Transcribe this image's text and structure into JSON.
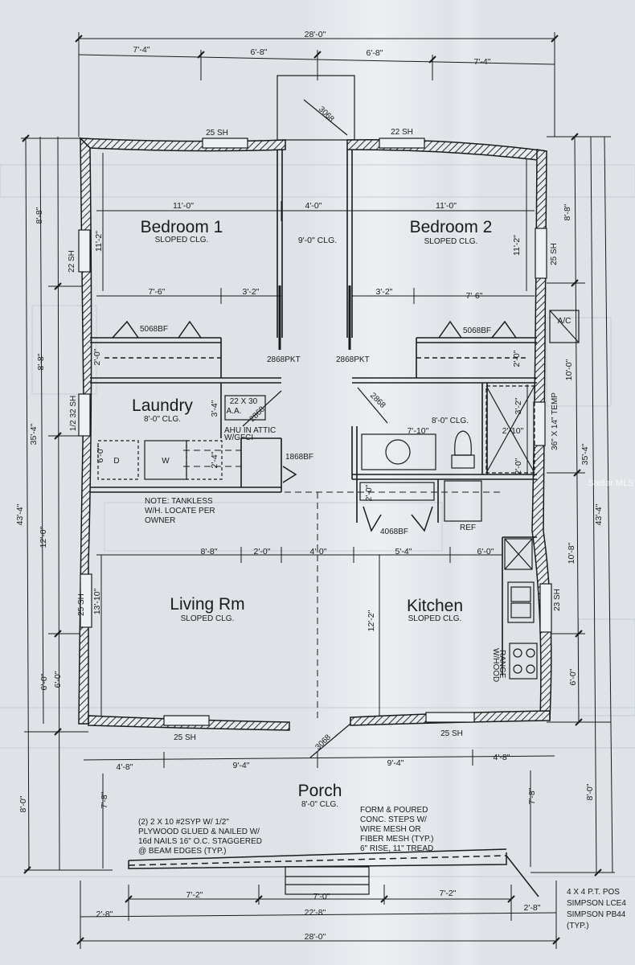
{
  "rooms": {
    "bedroom1": {
      "name": "Bedroom 1",
      "ceiling": "SLOPED CLG."
    },
    "bedroom2": {
      "name": "Bedroom 2",
      "ceiling": "SLOPED CLG."
    },
    "hall_ceiling": "9'-0\" CLG.",
    "laundry": {
      "name": "Laundry",
      "ceiling": "8'-0\" CLG."
    },
    "bath_ceiling": "8'-0\" CLG.",
    "living": {
      "name": "Living Rm",
      "ceiling": "SLOPED CLG."
    },
    "kitchen": {
      "name": "Kitchen",
      "ceiling": "SLOPED CLG."
    },
    "porch": {
      "name": "Porch",
      "ceiling": "8'-0\" CLG."
    }
  },
  "dimensions": {
    "top_overall": "28'-0\"",
    "top_segments": [
      "7'-4\"",
      "6'-8\"",
      "6'-8\"",
      "7'-4\""
    ],
    "bottom_overall": "28'-0\"",
    "bottom_segments": [
      "2'-8\"",
      "22'-8\"",
      "2'-8\""
    ],
    "bottom_steps": [
      "7'-2\"",
      "7'-0\"",
      "7'-2\""
    ],
    "porch_segments": [
      "4'-8\"",
      "9'-4\"",
      "9'-4\"",
      "4'-8\""
    ],
    "left_overall": "43'-4\"",
    "left_house": "35'-4\"",
    "left_segments": [
      "8'-8\"",
      "8'-8\"",
      "12'-0\"",
      "6'-0\"",
      "8'-0\""
    ],
    "right_overall": "43'-4\"",
    "right_house": "35'-4\"",
    "right_segments": [
      "8'-8\"",
      "10'-0\"",
      "10'-8\"",
      "6'-0\"",
      "8'-0\""
    ],
    "bedroom_widths": [
      "11'-0\"",
      "4'-0\"",
      "11'-0\""
    ],
    "closet_widths": [
      "7'-6\"",
      "3'-2\"",
      "3'-2\"",
      "7'-6\""
    ],
    "bedroom_depth_left": "11'-2\"",
    "bedroom_depth_right": "11'-2\"",
    "closet_depth_left": "2'-0\"",
    "closet_depth_right": "2'-0\"",
    "laundry_depths": [
      "3'-4\"",
      "2'-4\"",
      "6'-0\""
    ],
    "bath_widths": [
      "7'-10\"",
      "2'-10\""
    ],
    "bath_depths": [
      "3'-2\"",
      "2'-0\""
    ],
    "pantry_depth": "2'-0\"",
    "main_widths": [
      "8'-8\"",
      "2'-0\"",
      "4'-0\"",
      "5'-4\"",
      "6'-0\""
    ],
    "living_depth": "13'-10\"",
    "kitchen_depth": "12'-2\"",
    "left_lower": "6'-0\"",
    "porch_depths": [
      "7'-8\"",
      "7'-8\""
    ]
  },
  "windows": {
    "top_left": "25 SH",
    "top_right": "22 SH",
    "left_upper": "22 SH",
    "left_mid": "1/2 32 SH",
    "left_lower": "25 SH",
    "right_upper": "25 SH",
    "right_mid": "36\" X 14\" TEMP",
    "right_lower": "23 SH",
    "bottom_left": "25 SH",
    "bottom_right": "25 SH"
  },
  "doors": {
    "front_top": "3068",
    "closet_left": "5068BF",
    "closet_right": "5068BF",
    "pocket_left": "2868PKT",
    "pocket_right": "2868PKT",
    "laundry_door": "2868",
    "bath_door": "2868",
    "laundry_closet": "1868BF",
    "pantry": "4068BF",
    "porch_door": "3068"
  },
  "labels": {
    "ac": "A/C",
    "ahu": "22 X 30",
    "ahu2": "A.A.",
    "ahu3": "AHU IN ATTIC",
    "ahu4": "W/GFCI",
    "washer": "W",
    "dryer": "D",
    "ref": "REF",
    "range1": "RANGE",
    "range2": "W/HOOD",
    "watermark": "Stellar MLS"
  },
  "notes": {
    "tankless": [
      "NOTE: TANKLESS",
      "W/H. LOCATE PER",
      "OWNER"
    ],
    "beam": [
      "(2) 2 X 10 #2SYP W/ 1/2\"",
      "PLYWOOD GLUED & NAILED W/",
      "16d NAILS 16\" O.C. STAGGERED",
      "@ BEAM EDGES (TYP.)"
    ],
    "steps": [
      "FORM & POURED",
      "CONC. STEPS W/",
      "WIRE MESH OR",
      "FIBER MESH (TYP.)",
      "6\" RISE, 11\" TREAD"
    ],
    "post": [
      "4 X 4 P.T. POS",
      "SIMPSON LCE4",
      "SIMPSON PB44",
      "(TYP.)"
    ]
  }
}
